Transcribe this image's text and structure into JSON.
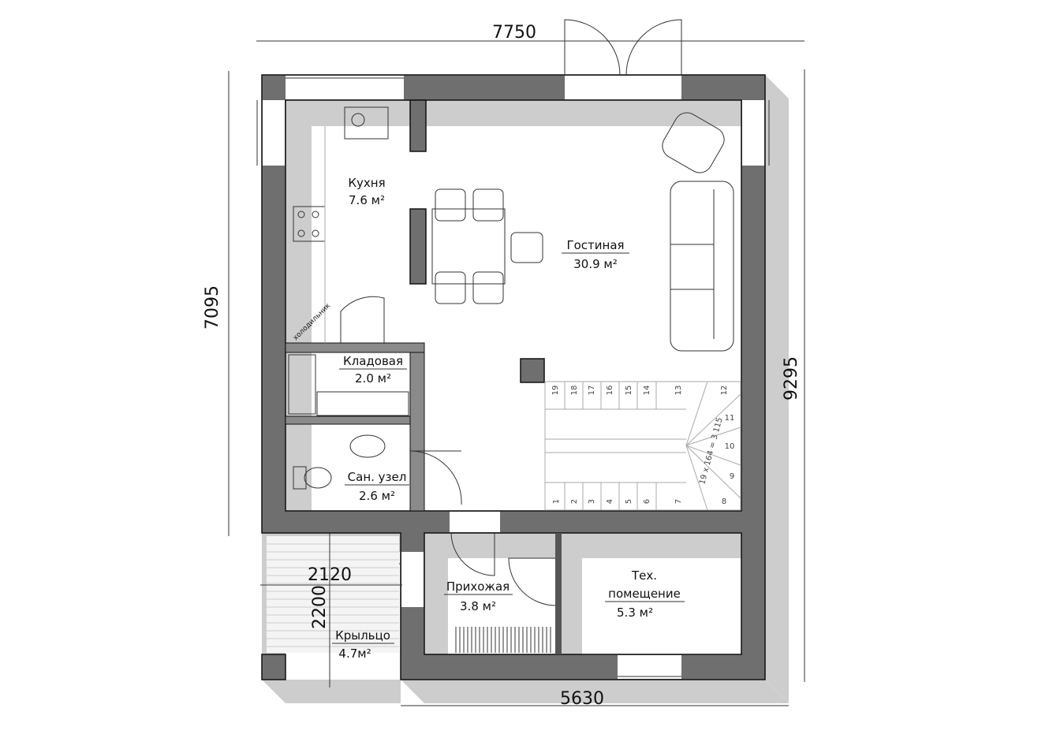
{
  "title": "Floor plan, first floor",
  "colors": {
    "wall": "#6f6f6f",
    "shadow": "#cdcdcd",
    "floor": "#ffffff"
  },
  "dimensions": {
    "top": "7750",
    "left": "7095",
    "right": "9295",
    "bottom": "5630",
    "porch_width": "2120",
    "porch_depth": "2200"
  },
  "rooms": [
    {
      "name": "Кухня",
      "area": "7.6 м²"
    },
    {
      "name": "Гостиная",
      "area": "30.9 м²"
    },
    {
      "name": "Кладовая",
      "area": "2.0 м²"
    },
    {
      "name": "Сан. узел",
      "area": "2.6 м²"
    },
    {
      "name": "Прихожая",
      "area": "3.8 м²"
    },
    {
      "name": "Тех.",
      "name2": "помещение",
      "area": "5.3 м²"
    },
    {
      "name": "Крыльцо",
      "area": "4.7м²"
    }
  ],
  "fridge_label": "холодильник",
  "stairs": {
    "formula": "19 x 164 = 3 115",
    "steps": [
      "1",
      "2",
      "3",
      "4",
      "5",
      "6",
      "7",
      "8",
      "9",
      "10",
      "11",
      "12",
      "13",
      "14",
      "15",
      "16",
      "17",
      "18",
      "19"
    ]
  }
}
